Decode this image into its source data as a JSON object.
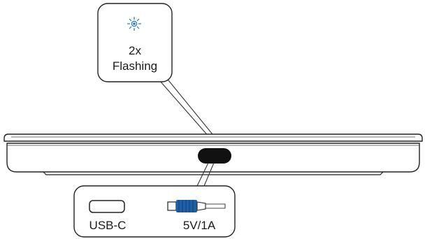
{
  "led_callout": {
    "icon": "led-blink-icon",
    "icon_color": "#2b78c4",
    "count": "2x",
    "state": "Flashing"
  },
  "port_callout": {
    "usb_label": "USB-C",
    "usb_icon": "usb-c-port-icon",
    "power_label": "5V/1A",
    "power_icon": "usb-cable-plug-icon",
    "plug_color": "#1f5fa8"
  }
}
